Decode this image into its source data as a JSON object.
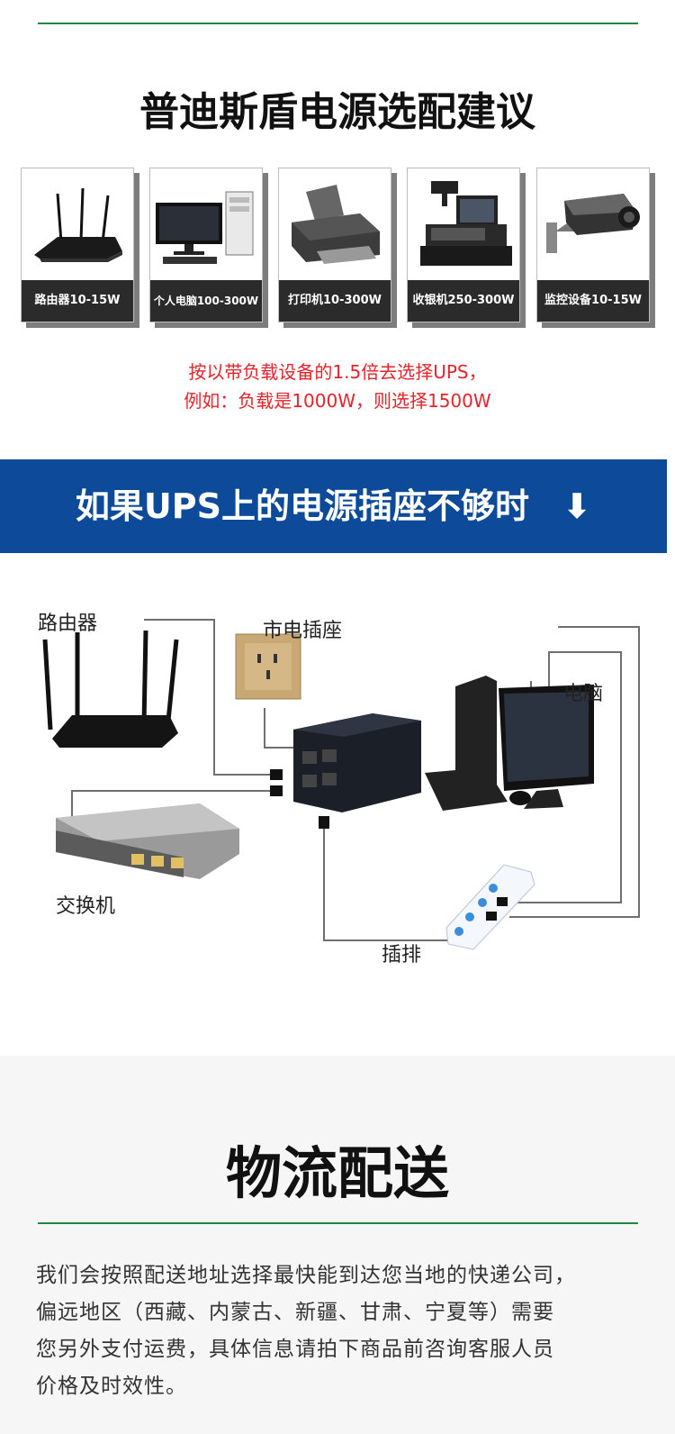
{
  "section1": {
    "title": "普迪斯盾电源选配建议",
    "cards": [
      {
        "label": "路由器10-15W",
        "icon": "router-icon"
      },
      {
        "label": "个人电脑100-300W",
        "icon": "computer-icon"
      },
      {
        "label": "打印机10-300W",
        "icon": "printer-icon"
      },
      {
        "label": "收银机250-300W",
        "icon": "cash-register-icon"
      },
      {
        "label": "监控设备10-15W",
        "icon": "camera-icon"
      }
    ],
    "tip_line1": "按以带负载设备的1.5倍去选择UPS，",
    "tip_line2": "例如：负载是1000W，则选择1500W"
  },
  "banner": {
    "text": "如果UPS上的电源插座不够时",
    "arrow": "⬇"
  },
  "diagram": {
    "router": "路由器",
    "wall_socket": "市电插座",
    "computer": "电脑",
    "switch": "交换机",
    "power_strip": "插排"
  },
  "section2": {
    "title": "物流配送",
    "lines": [
      "我们会按照配送地址选择最快能到达您当地的快递公司，",
      "偏远地区（西藏、内蒙古、新疆、甘肃、宁夏等）需要",
      "您另外支付运费，具体信息请拍下商品前咨询客服人员",
      "价格及时效性。"
    ]
  },
  "colors": {
    "rule": "#1d8a3f",
    "banner": "#0d4b9a",
    "tip": "#e6232a",
    "card_caption": "#2b2b2b"
  }
}
